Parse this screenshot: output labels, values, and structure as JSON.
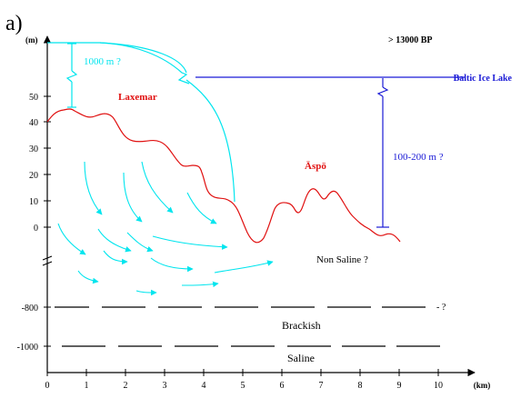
{
  "panel_label": "a)",
  "y_axis_unit": "(m)",
  "x_axis_unit": "(km)",
  "period_label": "> 13000 BP",
  "lake_label": "Baltic Ice Lake",
  "ice_thickness_label": "1000 m ?",
  "water_depth_label": "100-200 m ?",
  "site_labels": {
    "laxemar": "Laxemar",
    "aspo": "Äspö"
  },
  "zone_labels": {
    "non_saline": "Non Saline ?",
    "brackish": "Brackish",
    "saline": "Saline",
    "boundary_query": "- ?"
  },
  "y_ticks": [
    "50",
    "40",
    "30",
    "20",
    "10",
    "0",
    "-800",
    "-1000"
  ],
  "x_ticks": [
    "0",
    "1",
    "2",
    "3",
    "4",
    "5",
    "6",
    "7",
    "8",
    "9",
    "10"
  ],
  "colors": {
    "ice": "#00e5ee",
    "lake": "#1a1ad6",
    "topography": "#e01010",
    "axis": "#000000"
  }
}
